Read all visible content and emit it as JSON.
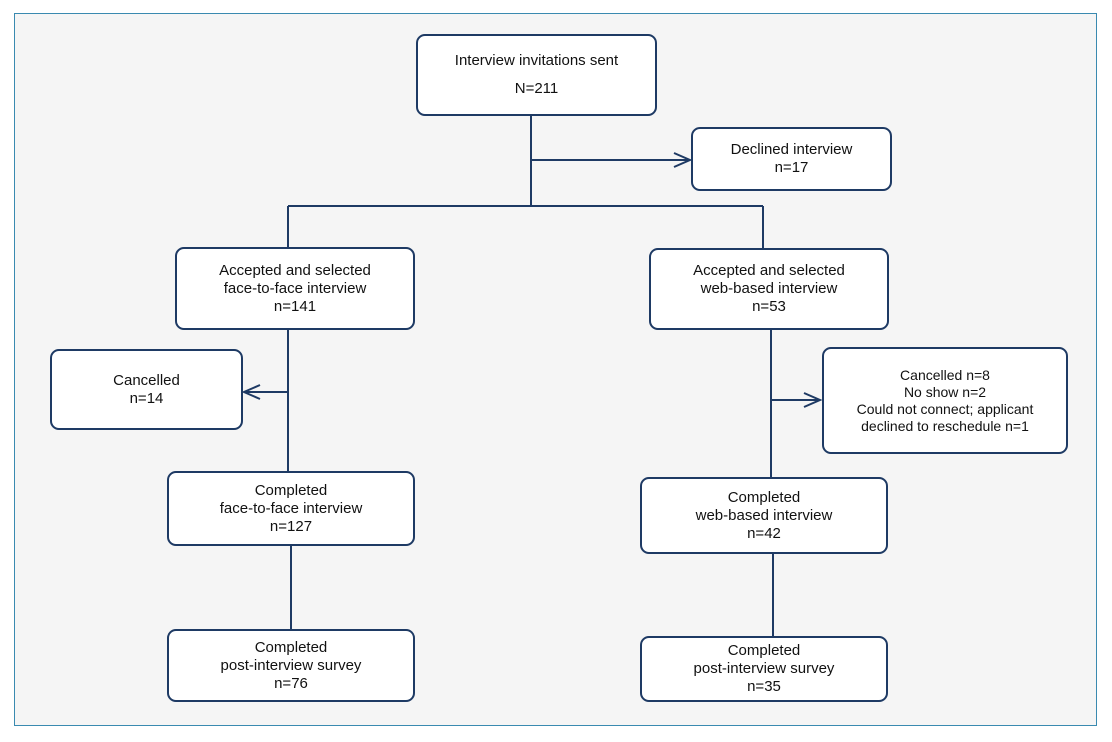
{
  "nodes": {
    "invitations": {
      "line1": "Interview invitations sent",
      "line2": "N=211"
    },
    "declined": {
      "line1": "Declined interview",
      "line2": "n=17"
    },
    "f2f_accepted": {
      "line1": "Accepted and selected",
      "line2": "face-to-face interview",
      "line3": "n=141"
    },
    "web_accepted": {
      "line1": "Accepted and selected",
      "line2": "web-based interview",
      "line3": "n=53"
    },
    "f2f_cancelled": {
      "line1": "Cancelled",
      "line2": "n=14"
    },
    "web_exclusions": {
      "line1": "Cancelled n=8",
      "line2": "No show n=2",
      "line3": "Could not connect; applicant",
      "line4": "declined to reschedule n=1"
    },
    "f2f_completed": {
      "line1": "Completed",
      "line2": "face-to-face interview",
      "line3": "n=127"
    },
    "web_completed": {
      "line1": "Completed",
      "line2": "web-based interview",
      "line3": "n=42"
    },
    "f2f_survey": {
      "line1": "Completed",
      "line2": "post-interview survey",
      "line3": "n=76"
    },
    "web_survey": {
      "line1": "Completed",
      "line2": "post-interview survey",
      "line3": "n=35"
    }
  },
  "colors": {
    "box_border": "#1e3a64",
    "connector": "#1e3a64",
    "frame_border": "#3a8ab0",
    "frame_background": "#f5f5f5"
  }
}
